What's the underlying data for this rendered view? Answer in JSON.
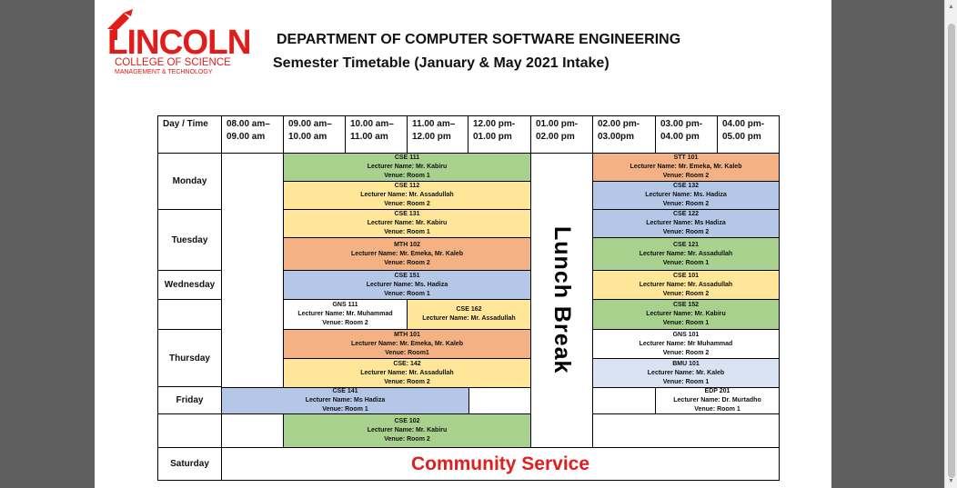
{
  "logo": {
    "name": "LINCOLN",
    "line1": "COLLEGE OF SCIENCE",
    "line2": "MANAGEMENT & TECHNOLOGY",
    "color": "#e21b1b"
  },
  "header": {
    "department": "DEPARTMENT OF COMPUTER SOFTWARE ENGINEERING",
    "subtitle": "Semester Timetable (January & May 2021 Intake)"
  },
  "timetable": {
    "corner": "Day / Time",
    "slots": [
      [
        "08.00 am–",
        "09.00 am"
      ],
      [
        "09.00 am–",
        "10.00 am"
      ],
      [
        "10.00 am–",
        "11.00 am"
      ],
      [
        "11.00 am–",
        "12.00 pm"
      ],
      [
        "12.00 pm-",
        "01.00 pm"
      ],
      [
        "01.00 pm-",
        "02.00 pm"
      ],
      [
        "02.00 pm-",
        "03.00pm"
      ],
      [
        "03.00 pm-",
        "04.00 pm"
      ],
      [
        "04.00 pm-",
        "05.00 pm"
      ]
    ],
    "days": [
      "Monday",
      "Tuesday",
      "Wednesday",
      "Thursday",
      "Friday",
      "Saturday"
    ],
    "lunch": "Lunch Break",
    "saturday_activity": "Community Service",
    "classes": [
      {
        "code": "CSE 111",
        "lecturer": "Lecturer Name: Mr. Kabiru",
        "venue": "Venue: Room 1"
      },
      {
        "code": "CSE 112",
        "lecturer": "Lecturer Name: Mr. Assadullah",
        "venue": "Venue: Room 2"
      },
      {
        "code": "CSE 131",
        "lecturer": "Lecturer Name: Mr. Kabiru",
        "venue": "Venue: Room 1"
      },
      {
        "code": "MTH 102",
        "lecturer": "Lecturer Name: Mr. Emeka, Mr. Kaleb",
        "venue": "Venue: Room 2"
      },
      {
        "code": "CSE 151",
        "lecturer": "Lecturer Name: Ms. Hadiza",
        "venue": "Venue: Room 1"
      },
      {
        "code": "GNS 111",
        "lecturer": "Lecturer Name: Mr. Muhammad",
        "venue": "Venue: Room 2"
      },
      {
        "code": "CSE 162",
        "lecturer": "Lecturer Name: Mr. Assadullah",
        "venue": ""
      },
      {
        "code": "MTH 101",
        "lecturer": "Lecturer Name: Mr. Emeka, Mr. Kaleb",
        "venue": "Venue: Room1"
      },
      {
        "code": "CSE: 142",
        "lecturer": "Lecturer Name: Mr. Assadullah",
        "venue": "Venue: Room 2"
      },
      {
        "code": "CSE 141",
        "lecturer": "Lecturer Name: Ms Hadiza",
        "venue": "Venue: Room 1"
      },
      {
        "code": "CSE 102",
        "lecturer": "Lecturer Name: Mr. Kabiru",
        "venue": "Venue: Room 2"
      },
      {
        "code": "STT 101",
        "lecturer": "Lecturer Name: Mr. Emeka, Mr. Kaleb",
        "venue": "Venue: Room 2"
      },
      {
        "code": "CSE 132",
        "lecturer": "Lecturer Name: Ms. Hadiza",
        "venue": "Venue: Room 2"
      },
      {
        "code": "CSE 122",
        "lecturer": "Lecturer Name: Ms Hadiza",
        "venue": "Venue: Room 2"
      },
      {
        "code": "CSE 121",
        "lecturer": "Lecturer Name: Mr. Assadullah",
        "venue": "Venue: Room 1"
      },
      {
        "code": "CSE 101",
        "lecturer": "Lecturer Name: Mr. Assadullah",
        "venue": "Venue: Room 2"
      },
      {
        "code": "CSE 152",
        "lecturer": "Lecturer Name: Mr. Kabiru",
        "venue": "Venue: Room 1"
      },
      {
        "code": "GNS 101",
        "lecturer": "Lecturer Name: Mr Muhammad",
        "venue": "Venue: Room 2"
      },
      {
        "code": "BMU 101",
        "lecturer": "Lecturer Name: Mr. Kaleb",
        "venue": "Venue: Room 1"
      },
      {
        "code": "EDP 201",
        "lecturer": "Lecturer Name: Dr. Murtadho",
        "venue": "Venue: Room 1"
      }
    ]
  },
  "colors": {
    "green": "#a9d18e",
    "yellow": "#ffe699",
    "orange": "#f4b183",
    "blue": "#b4c7e7",
    "lightblue": "#dae3f3",
    "community": "#e01e1e"
  }
}
